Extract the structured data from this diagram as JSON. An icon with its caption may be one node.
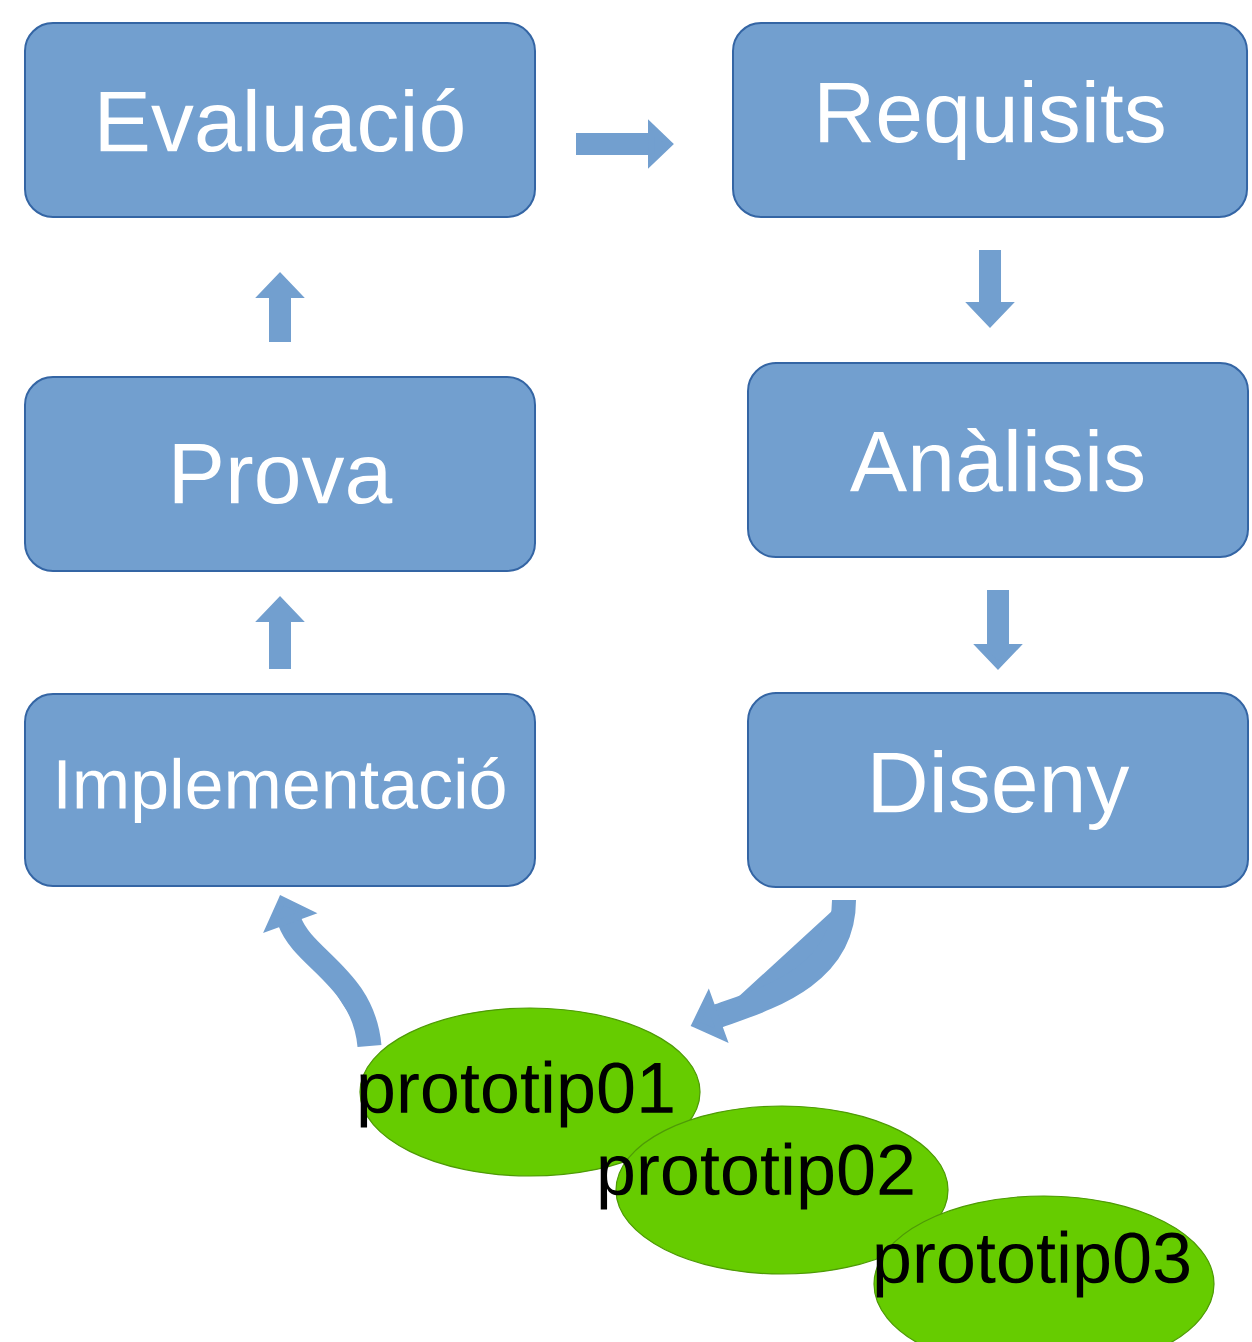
{
  "diagram": {
    "nodes": [
      {
        "text": [
          "Evaluació"
        ]
      },
      {
        "text": [
          "Requisits"
        ]
      },
      {
        "text": [
          "Prova"
        ]
      },
      {
        "text": [
          "Anàlisis"
        ]
      },
      {
        "text": [
          "Implementació"
        ]
      },
      {
        "text": [
          "Diseny"
        ]
      },
      {
        "text": [
          "prototip01"
        ]
      },
      {
        "text": [
          "prototip02"
        ]
      },
      {
        "text": [
          "prototip03"
        ]
      }
    ],
    "edges": [
      {
        "from": 0,
        "to": 1,
        "arrow": "to"
      },
      {
        "from": 1,
        "to": 3,
        "arrow": "to"
      },
      {
        "from": 3,
        "to": 5,
        "arrow": "to"
      },
      {
        "from": 5,
        "to": 6,
        "arrow": "to"
      },
      {
        "from": 6,
        "to": 4,
        "arrow": "to"
      },
      {
        "from": 4,
        "to": 2,
        "arrow": "to"
      },
      {
        "from": 2,
        "to": 0,
        "arrow": "to"
      }
    ]
  }
}
